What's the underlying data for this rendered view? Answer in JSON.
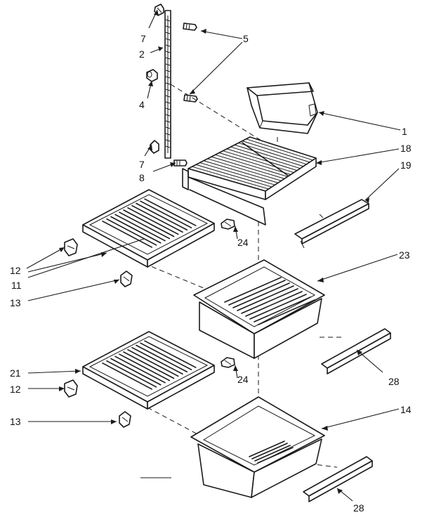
{
  "diagram": {
    "callouts": [
      {
        "id": "c1",
        "text": "1"
      },
      {
        "id": "c2",
        "text": "2"
      },
      {
        "id": "c4",
        "text": "4"
      },
      {
        "id": "c5",
        "text": "5"
      },
      {
        "id": "c7a",
        "text": "7"
      },
      {
        "id": "c7b",
        "text": "7"
      },
      {
        "id": "c8",
        "text": "8"
      },
      {
        "id": "c11",
        "text": "11"
      },
      {
        "id": "c12a",
        "text": "12"
      },
      {
        "id": "c12b",
        "text": "12"
      },
      {
        "id": "c13a",
        "text": "13"
      },
      {
        "id": "c13b",
        "text": "13"
      },
      {
        "id": "c14",
        "text": "14"
      },
      {
        "id": "c18",
        "text": "18"
      },
      {
        "id": "c19",
        "text": "19"
      },
      {
        "id": "c21",
        "text": "21"
      },
      {
        "id": "c23",
        "text": "23"
      },
      {
        "id": "c24a",
        "text": "24"
      },
      {
        "id": "c24b",
        "text": "24"
      },
      {
        "id": "c28a",
        "text": "28"
      },
      {
        "id": "c28b",
        "text": "28"
      }
    ]
  }
}
